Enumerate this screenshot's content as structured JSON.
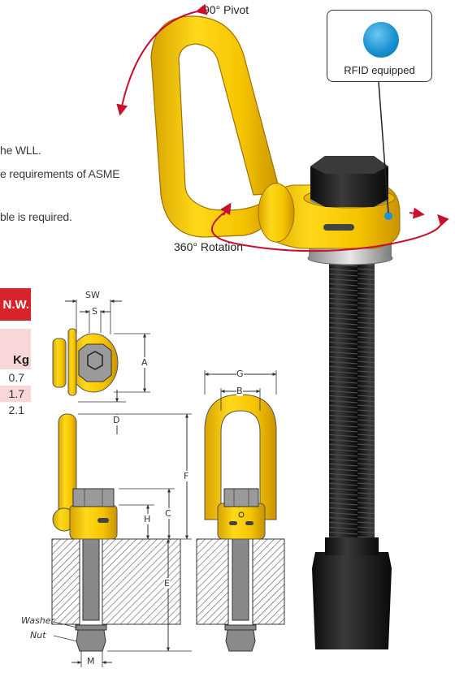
{
  "labels": {
    "pivot": "90° Pivot",
    "rotation": "360° Rotation",
    "rfid": "RFID equipped",
    "washer": "Washer",
    "nut": "Nut"
  },
  "notes": [
    "he WLL.",
    "e requirements of ASME",
    "ble is required."
  ],
  "table": {
    "header": "N.W.",
    "unit": "Kg",
    "values": [
      "0.7",
      "1.7",
      "2.1"
    ]
  },
  "dimensions": [
    "SW",
    "S",
    "A",
    "D",
    "F",
    "C",
    "H",
    "E",
    "M",
    "G",
    "B"
  ],
  "colors": {
    "ring_yellow": "#f6c400",
    "bolt_black": "#1a1a1a",
    "table_red": "#d8232a",
    "table_pink": "#f9d6d8",
    "arrow_red": "#c8102e",
    "rfid_blue": "#1b92d3"
  }
}
